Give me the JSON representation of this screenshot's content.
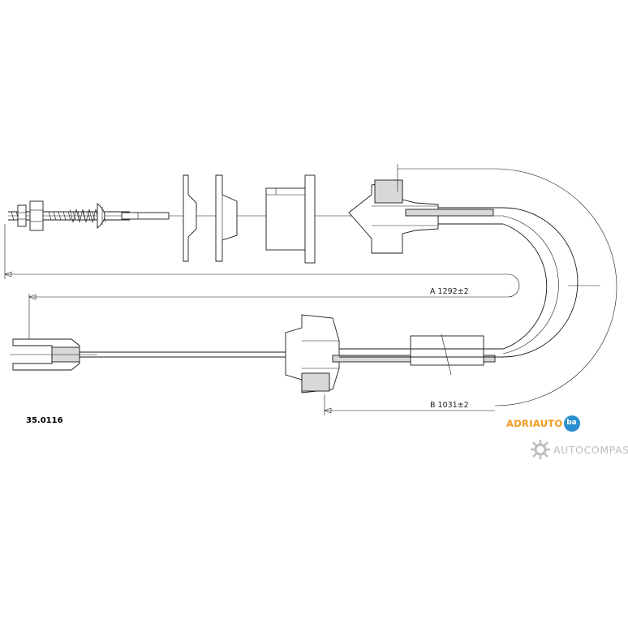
{
  "part_number": "35.0116",
  "dimensions": {
    "a_label": "A  1292±2",
    "b_label": "B  1031±2"
  },
  "brand": {
    "logo_text": "ADRIAUTO",
    "logo_badge_text": "ba",
    "logo_color": "#f39a1e",
    "badge_color": "#2b8fcf"
  },
  "watermark": {
    "text": "AUTOCOMPAS",
    "color": "#bdbdbd"
  },
  "icons": [
    "gear-wrench-icon"
  ]
}
